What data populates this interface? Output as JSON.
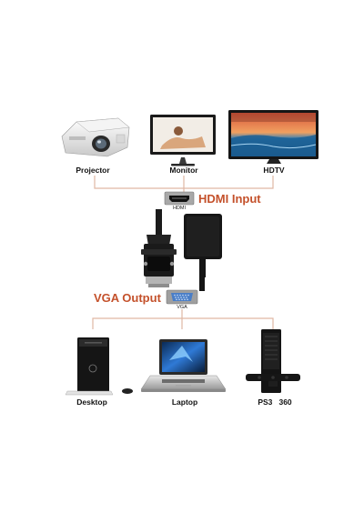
{
  "devices_top": {
    "projector": "Projector",
    "monitor": "Monitor",
    "hdtv": "HDTV"
  },
  "hdmi": {
    "port_caption": "HDMI",
    "label": "HDMI Input"
  },
  "vga": {
    "port_caption": "VGA",
    "label": "VGA Output"
  },
  "devices_bottom": {
    "desktop": "Desktop",
    "laptop": "Laptop",
    "console": "PS3   360"
  },
  "colors": {
    "accent": "#c4512b",
    "connector_line": "#e0b8a4",
    "device_dark": "#151515"
  }
}
